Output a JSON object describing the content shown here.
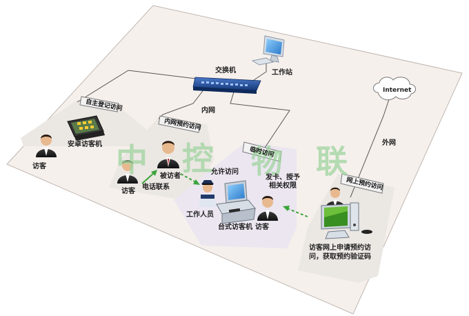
{
  "labels": {
    "switch": "交换机",
    "workstation": "工作站",
    "intranet": "内网",
    "internet": "Internet",
    "extranet": "外网",
    "android_kiosk": "安卓访客机",
    "visitor": "访客",
    "interviewee": "被访者",
    "phone_contact": "电话联系",
    "allow_visit": "允许访问",
    "staff": "工作人员",
    "desktop_kiosk": "台式访客机",
    "issue_card_line1": "发卡、授予",
    "issue_card_line2": "相关权限",
    "online_apply_line1": "访客网上申请预约访",
    "online_apply_line2": "问，获取预约验证码"
  },
  "zones": {
    "self_register": "自主登记访问",
    "intranet_booking": "内网预约访问",
    "temp_visit": "临时访问",
    "online_booking": "网上预约访问"
  },
  "watermark": [
    "中",
    "控",
    "物",
    "联"
  ],
  "colors": {
    "platform": "#f6f0ec",
    "platform_edge": "#bfb6b0",
    "zone": "#ece9e6",
    "zone_alt": "#ebe6f0",
    "tag_fill": "#f2f2f2",
    "line": "#555555",
    "green_arrow": "#3aa43a",
    "switch_blue": "#234f9e",
    "watermark": "#9fd49f"
  }
}
